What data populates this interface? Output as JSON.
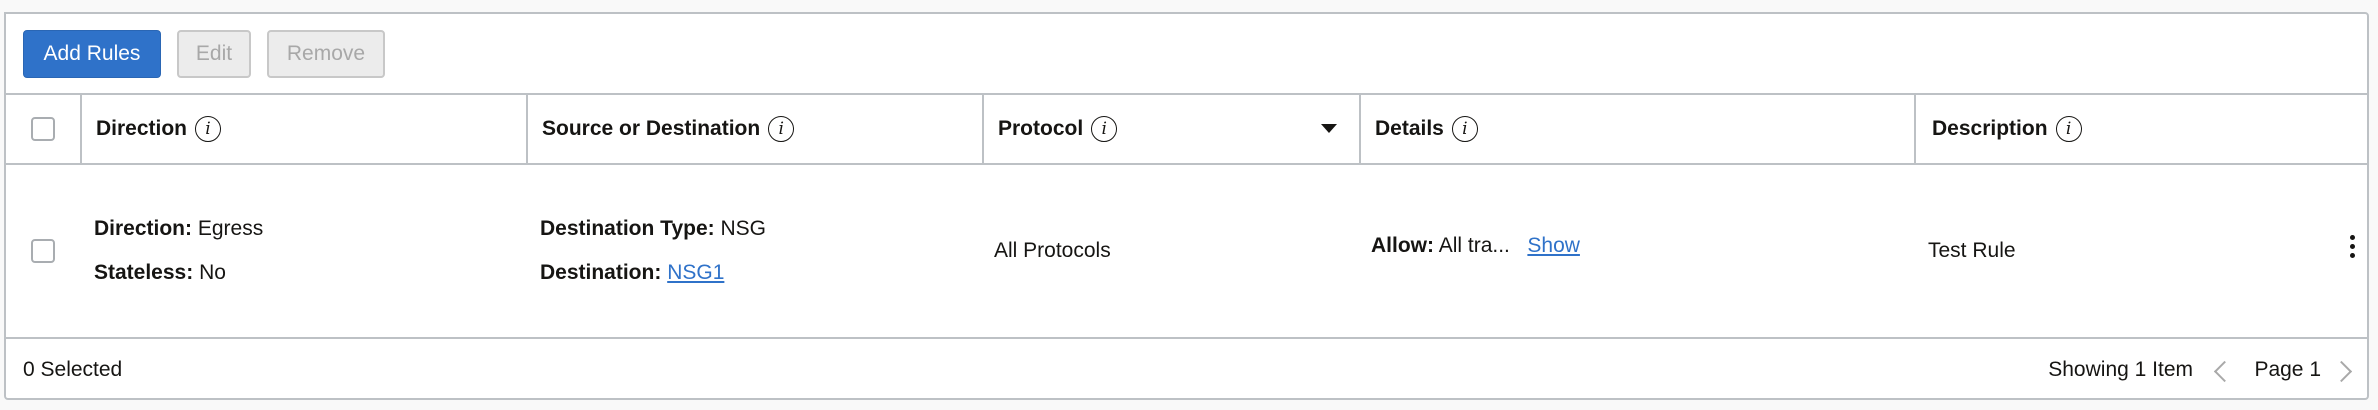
{
  "toolbar": {
    "add_rules_label": "Add Rules",
    "edit_label": "Edit",
    "remove_label": "Remove"
  },
  "table": {
    "columns": [
      {
        "label": "Direction",
        "info": true
      },
      {
        "label": "Source or Destination",
        "info": true
      },
      {
        "label": "Protocol",
        "info": true,
        "sortable": true
      },
      {
        "label": "Details",
        "info": true
      },
      {
        "label": "Description",
        "info": true
      }
    ],
    "rows": [
      {
        "direction_label": "Direction:",
        "direction_value": "Egress",
        "stateless_label": "Stateless:",
        "stateless_value": "No",
        "dest_type_label": "Destination Type:",
        "dest_type_value": "NSG",
        "dest_label": "Destination:",
        "dest_value": "NSG1",
        "protocol": "All Protocols",
        "allow_label": "Allow:",
        "allow_value": "All tra...",
        "show_link": "Show",
        "description": "Test Rule"
      }
    ]
  },
  "footer": {
    "selected": "0 Selected",
    "showing": "Showing 1 Item",
    "page": "Page 1"
  },
  "colors": {
    "primary": "#2f72c9",
    "border": "#bdc1c5",
    "text": "#161513"
  }
}
